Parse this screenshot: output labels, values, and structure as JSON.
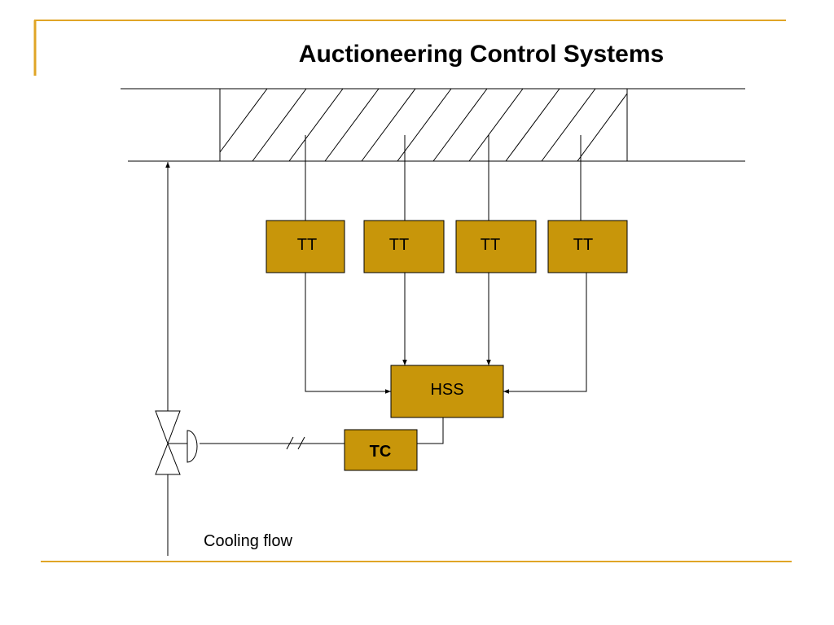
{
  "slide": {
    "title": "Auctioneering Control Systems",
    "accent_color": "#e0a526",
    "block_fill": "#c8960a"
  },
  "diagram": {
    "transmitters": [
      {
        "label": "TT"
      },
      {
        "label": "TT"
      },
      {
        "label": "TT"
      },
      {
        "label": "TT"
      }
    ],
    "selector": {
      "label": "HSS"
    },
    "controller": {
      "label": "TC"
    },
    "flow_label": "Cooling flow"
  }
}
